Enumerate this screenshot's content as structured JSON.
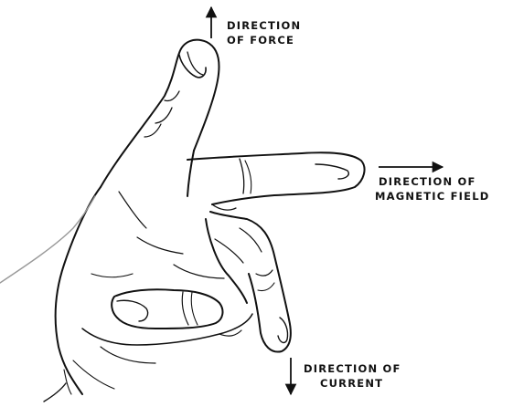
{
  "diagram": {
    "labels": {
      "force": [
        "DIRECTION",
        "OF FORCE"
      ],
      "field": [
        "DIRECTION OF",
        "MAGNETIC FIELD"
      ],
      "current": [
        "DIRECTION OF",
        "CURRENT"
      ]
    },
    "ink_color": "#111111"
  }
}
